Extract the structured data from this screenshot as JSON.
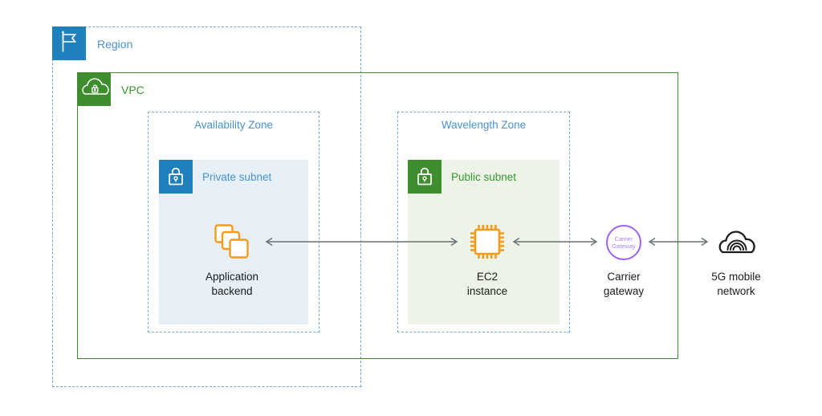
{
  "diagram": {
    "region": {
      "label": "Region",
      "icon": "flag-icon"
    },
    "vpc": {
      "label": "VPC",
      "icon": "cloud-lock-icon"
    },
    "availability_zone": {
      "label": "Availability Zone"
    },
    "wavelength_zone": {
      "label": "Wavelength Zone"
    },
    "private_subnet": {
      "label": "Private subnet",
      "icon": "padlock-icon"
    },
    "public_subnet": {
      "label": "Public subnet",
      "icon": "padlock-icon"
    },
    "nodes": {
      "application_backend": {
        "label": "Application backend",
        "icon": "stacked-squares-icon"
      },
      "ec2_instance": {
        "label": "EC2 instance",
        "icon": "chip-icon"
      },
      "carrier_gateway": {
        "label": "Carrier gateway",
        "icon_text": "Carrier Gateway",
        "icon": "purple-circle-icon"
      },
      "mobile_network": {
        "label": "5G mobile network",
        "icon": "cloud-signal-icon"
      }
    },
    "connections": [
      {
        "from": "application_backend",
        "to": "ec2_instance",
        "bidirectional": true
      },
      {
        "from": "ec2_instance",
        "to": "carrier_gateway",
        "bidirectional": true
      },
      {
        "from": "carrier_gateway",
        "to": "mobile_network",
        "bidirectional": true
      }
    ],
    "colors": {
      "region_blue": "#1F81BC",
      "dashed_border_blue": "#74A9DB",
      "blue_text": "#4793D2",
      "vpc_green": "#3E8E2E",
      "green_text": "#35992F",
      "private_subnet_bg": "#E7F0F7",
      "public_subnet_bg": "#EDF4E7",
      "orange": "#F49B1E",
      "purple": "#9C63F8",
      "purple_light": "#A583F0",
      "arrow_gray": "#667077"
    }
  }
}
